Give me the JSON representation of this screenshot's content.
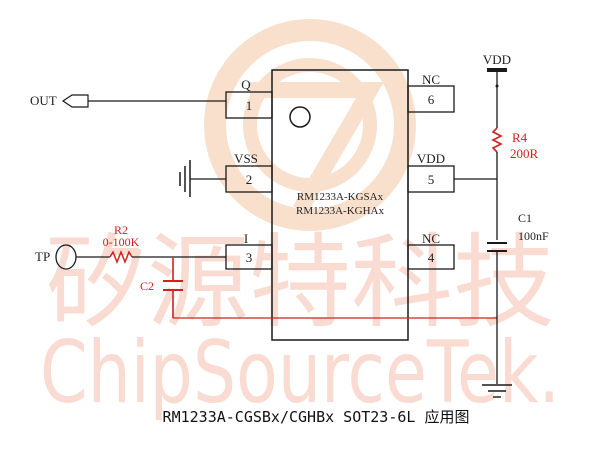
{
  "watermark": {
    "chinese": "矽源特科技",
    "english": "ChipSourceTek.",
    "color": "#f8cfc4",
    "logo_color": "#f6d9c0"
  },
  "chip": {
    "part_line1": "RM1233A-KGSAx",
    "part_line2": "RM1233A-KGHAx",
    "pins": [
      {
        "number": "1",
        "name": "Q"
      },
      {
        "number": "2",
        "name": "VSS"
      },
      {
        "number": "3",
        "name": "I"
      },
      {
        "number": "4",
        "name": "NC"
      },
      {
        "number": "5",
        "name": "VDD"
      },
      {
        "number": "6",
        "name": "NC"
      }
    ]
  },
  "labels": {
    "out": "OUT",
    "tp": "TP",
    "vdd_rail": "VDD"
  },
  "components": {
    "r2": {
      "ref": "R2",
      "value": "0-100K"
    },
    "c2": {
      "ref": "C2"
    },
    "r4": {
      "ref": "R4",
      "value": "200R"
    },
    "c1": {
      "ref": "C1",
      "value": "100nF"
    }
  },
  "colors": {
    "wire": "#1a1a1a",
    "red": "#d42020"
  },
  "caption": "RM1233A-CGSBx/CGHBx SOT23-6L 应用图"
}
